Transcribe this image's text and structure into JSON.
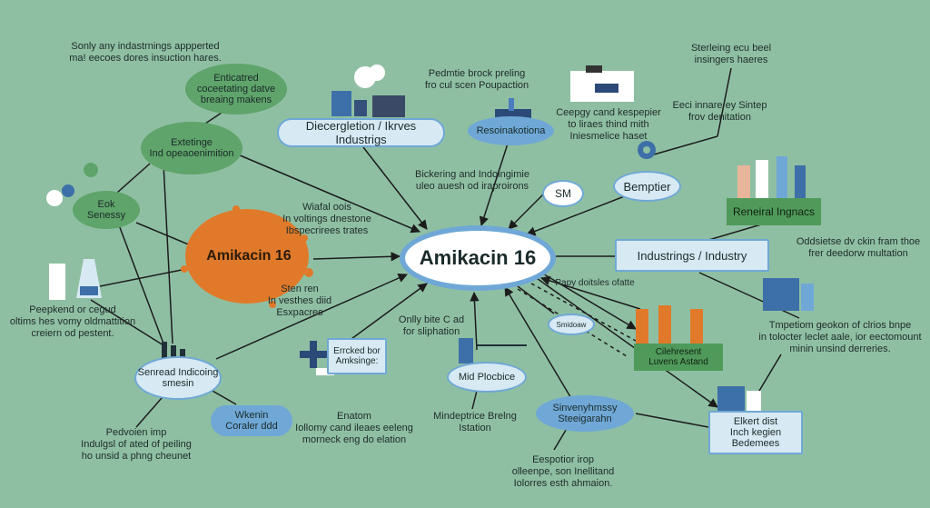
{
  "center": {
    "label": "Amikacin 16"
  },
  "hub_left": {
    "label": "Amikacin 16"
  },
  "nodes": {
    "discretion": "Diecergletion / Ikrves Industrigs",
    "reso": "Resoinakotiona",
    "sm": "SM",
    "bemptier": "Bemptier",
    "industry": "Industrings / Industry",
    "remain": "Reneiral Ingnacs",
    "enhanced": "Enticatred\ncoceetating datve\nbreaing makens",
    "exchange": "Extetinge\nInd opeaoenimition",
    "eck": "Eok\nSenessy",
    "sensed": "Senread Indicoing\nsmesin",
    "wherin": "Wkenin\nCoraler ddd",
    "errored": "Errcked bor\nAmksinge:",
    "midplace": "Mid Plocbice",
    "sinverg": "Sinvenyhmssy\nSteeigarahn",
    "elkert": "Elkert dist\nInch kegien\nBedemees",
    "clinhresent": "Cilehresent\nLuvens Astand",
    "smallbubble": "Smidoaw"
  },
  "texts": {
    "t1": "Sonly any indastrnings appperted\nma! eecoes dores insuction hares.",
    "t2": "Pedmtie brock preling\nfro cul scen Poupaction",
    "t3": "Sterleing ecu beel\ninsingers haeres",
    "t4": "Ceepgy cand kespepier\nto liraes thind mith\nIniesmelice haset",
    "t5": "Eeci innare ey Sintep\nfrov denitation",
    "t6": "Bickering and Indolngimie\nuleo auesh od iraproirons",
    "t7": "Wiafal oois\nIn voltings dnestone\nIbspecrirees trates",
    "t8": "Sten ren\nIn vesthes diid\nEsxpacres",
    "t9": "Oddsietse dv ckin fram thoe\nfrer deedorw multation",
    "t10": "Papy doitsles ofatte",
    "t11": "Peepkend or cegud\noltims hes vomy oldmattition\ncreiern od pestent.",
    "t12": "Onlly bite C ad\nfor sliphation",
    "t13": "Tmpetiom geokon of clrios bnpe\nin tolocter leclet aale, ior eectomount\nminin unsind derreries.",
    "t14": "Pedvoien imp\nIndulgsl of ated of peiling\nho unsid a phng cheunet",
    "t15": "Enatom\nIollomy cand ileaes eeleng\nmorneck eng do elation",
    "t16": "Mindeptrice Brelng\nIstation",
    "t17": "Eespotior irop\nolleenpe, son Inellitand\nIolorres esth ahmaion."
  }
}
